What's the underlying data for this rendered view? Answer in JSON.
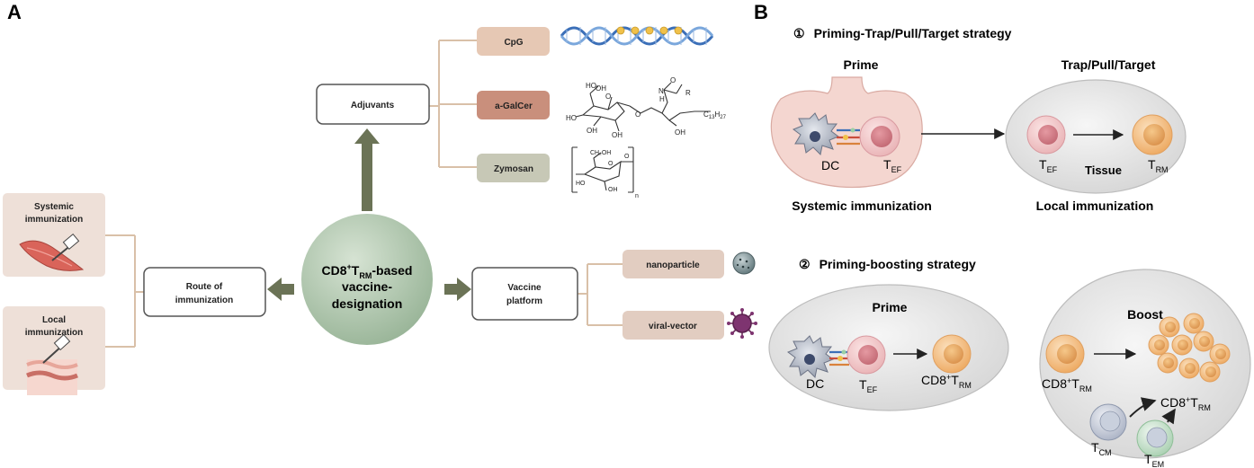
{
  "panel_a": {
    "letter": "A",
    "center": {
      "line1_prefix": "CD8",
      "line1_sup": "+",
      "line1_mid": "T",
      "line1_sub": "RM",
      "line1_suffix": "-based",
      "line2": "vaccine-",
      "line3": "designation"
    },
    "adjuvants": {
      "label": "Adjuvants",
      "items": [
        "CpG",
        "a-GalCer",
        "Zymosan"
      ]
    },
    "route": {
      "line1": "Route of",
      "line2": "immunization",
      "systemic": {
        "line1": "Systemic",
        "line2": "immunization"
      },
      "local": {
        "line1": "Local",
        "line2": "immunization"
      }
    },
    "platform": {
      "line1": "Vaccine",
      "line2": "platform",
      "items": [
        "nanoparticle",
        "viral-vector"
      ]
    },
    "chem": {
      "galcer_ho1": "HO",
      "galcer_oh1": "OH",
      "galcer_oh2": "OH",
      "galcer_oh3": "OH",
      "galcer_oh4": "OH",
      "galcer_o1": "O",
      "galcer_o2": "O",
      "galcer_o3": "O",
      "galcer_nh": "N",
      "galcer_h": "H",
      "galcer_r": "R",
      "galcer_c13": "C",
      "galcer_c13_sub": "13",
      "galcer_h27": "H",
      "galcer_h27_sub": "27",
      "zym_ch2oh": "CH₂OH",
      "zym_o1": "O",
      "zym_o2": "O",
      "zym_ho": "HO",
      "zym_oh": "OH",
      "zym_n": "n"
    }
  },
  "panel_b": {
    "letter": "B",
    "strategy1": {
      "num": "①",
      "title": "Priming-Trap/Pull/Target strategy",
      "prime": "Prime",
      "trap": "Trap/Pull/Target",
      "dc": "DC",
      "tef_main": "T",
      "tef_sub": "EF",
      "tissue": "Tissue",
      "trm_main": "T",
      "trm_sub": "RM",
      "systemic": "Systemic immunization",
      "local": "Local immunization"
    },
    "strategy2": {
      "num": "②",
      "title": "Priming-boosting strategy",
      "prime": "Prime",
      "boost": "Boost",
      "dc": "DC",
      "tef_main": "T",
      "tef_sub": "EF",
      "cd8_prefix": "CD8",
      "cd8_sup": "+",
      "cd8_t": "T",
      "cd8_sub": "RM",
      "tcm_main": "T",
      "tcm_sub": "CM",
      "tem_main": "T",
      "tem_sub": "EM"
    }
  },
  "colors": {
    "center_circle": "#a9c2a8",
    "arrow": "#6b7356",
    "connector": "#d9c0a8",
    "cpg_fill": "#e6c8b4",
    "galcer_fill": "#c98f7c",
    "zymosan_fill": "#c7c8b6",
    "platform_item_fill": "#e2cdc1",
    "route_card_fill": "#eee0d8",
    "oval_fill": "#e8e8e8",
    "cell_orange": "#f2c08a",
    "cell_pink": "#e8b4b8",
    "tissue_pink": "#f4d6d0"
  }
}
